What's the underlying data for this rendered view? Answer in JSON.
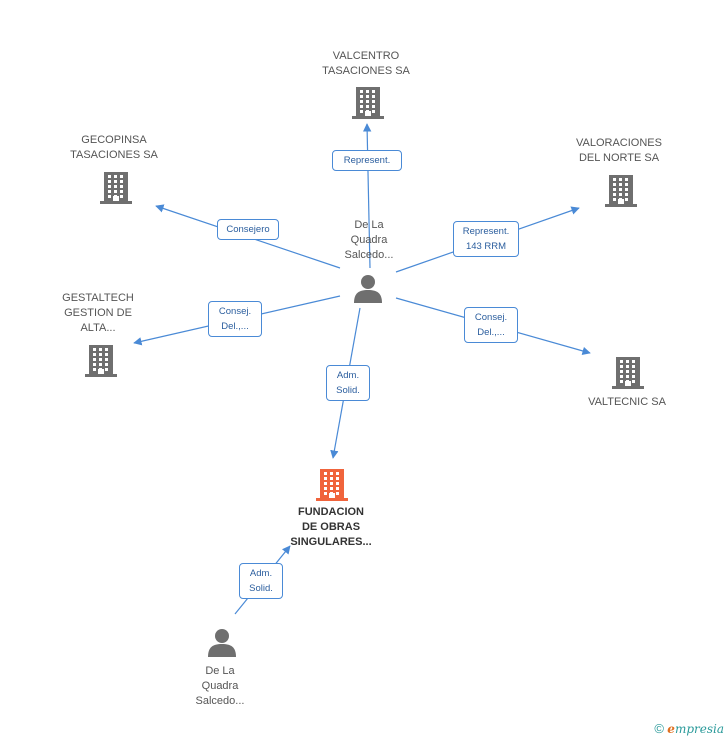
{
  "nodes": {
    "center_person": {
      "lines": [
        "De La",
        "Quadra",
        "Salcedo..."
      ]
    },
    "bottom_person": {
      "lines": [
        "De La",
        "Quadra",
        "Salcedo..."
      ]
    },
    "valcentro": {
      "lines": [
        "VALCENTRO",
        "TASACIONES SA"
      ]
    },
    "gecopinsa": {
      "lines": [
        "GECOPINSA",
        "TASACIONES SA"
      ]
    },
    "valoraciones": {
      "lines": [
        "VALORACIONES",
        "DEL NORTE SA"
      ]
    },
    "gestaltech": {
      "lines": [
        "GESTALTECH",
        "GESTION DE",
        "ALTA..."
      ]
    },
    "valtecnic": {
      "lines": [
        "VALTECNIC SA"
      ]
    },
    "fundacion": {
      "lines": [
        "FUNDACION",
        "DE OBRAS",
        "SINGULARES..."
      ]
    }
  },
  "edges": {
    "to_valcentro": {
      "lines": [
        "Represent."
      ]
    },
    "to_gecopinsa": {
      "lines": [
        "Consejero"
      ]
    },
    "to_valoraciones": {
      "lines": [
        "Represent.",
        "143 RRM"
      ]
    },
    "to_gestaltech": {
      "lines": [
        "Consej.",
        "Del.,..."
      ]
    },
    "to_valtecnic": {
      "lines": [
        "Consej.",
        "Del.,..."
      ]
    },
    "to_fundacion": {
      "lines": [
        "Adm.",
        "Solid."
      ]
    },
    "bottom_to_fundacion": {
      "lines": [
        "Adm.",
        "Solid."
      ]
    }
  },
  "colors": {
    "edge": "#4a8ad6",
    "company": "#6f6f6f",
    "focus_company": "#f0643c",
    "person": "#6f6f6f"
  },
  "footer": {
    "copyright": "©",
    "brand_first": "e",
    "brand_rest": "mpresia"
  }
}
